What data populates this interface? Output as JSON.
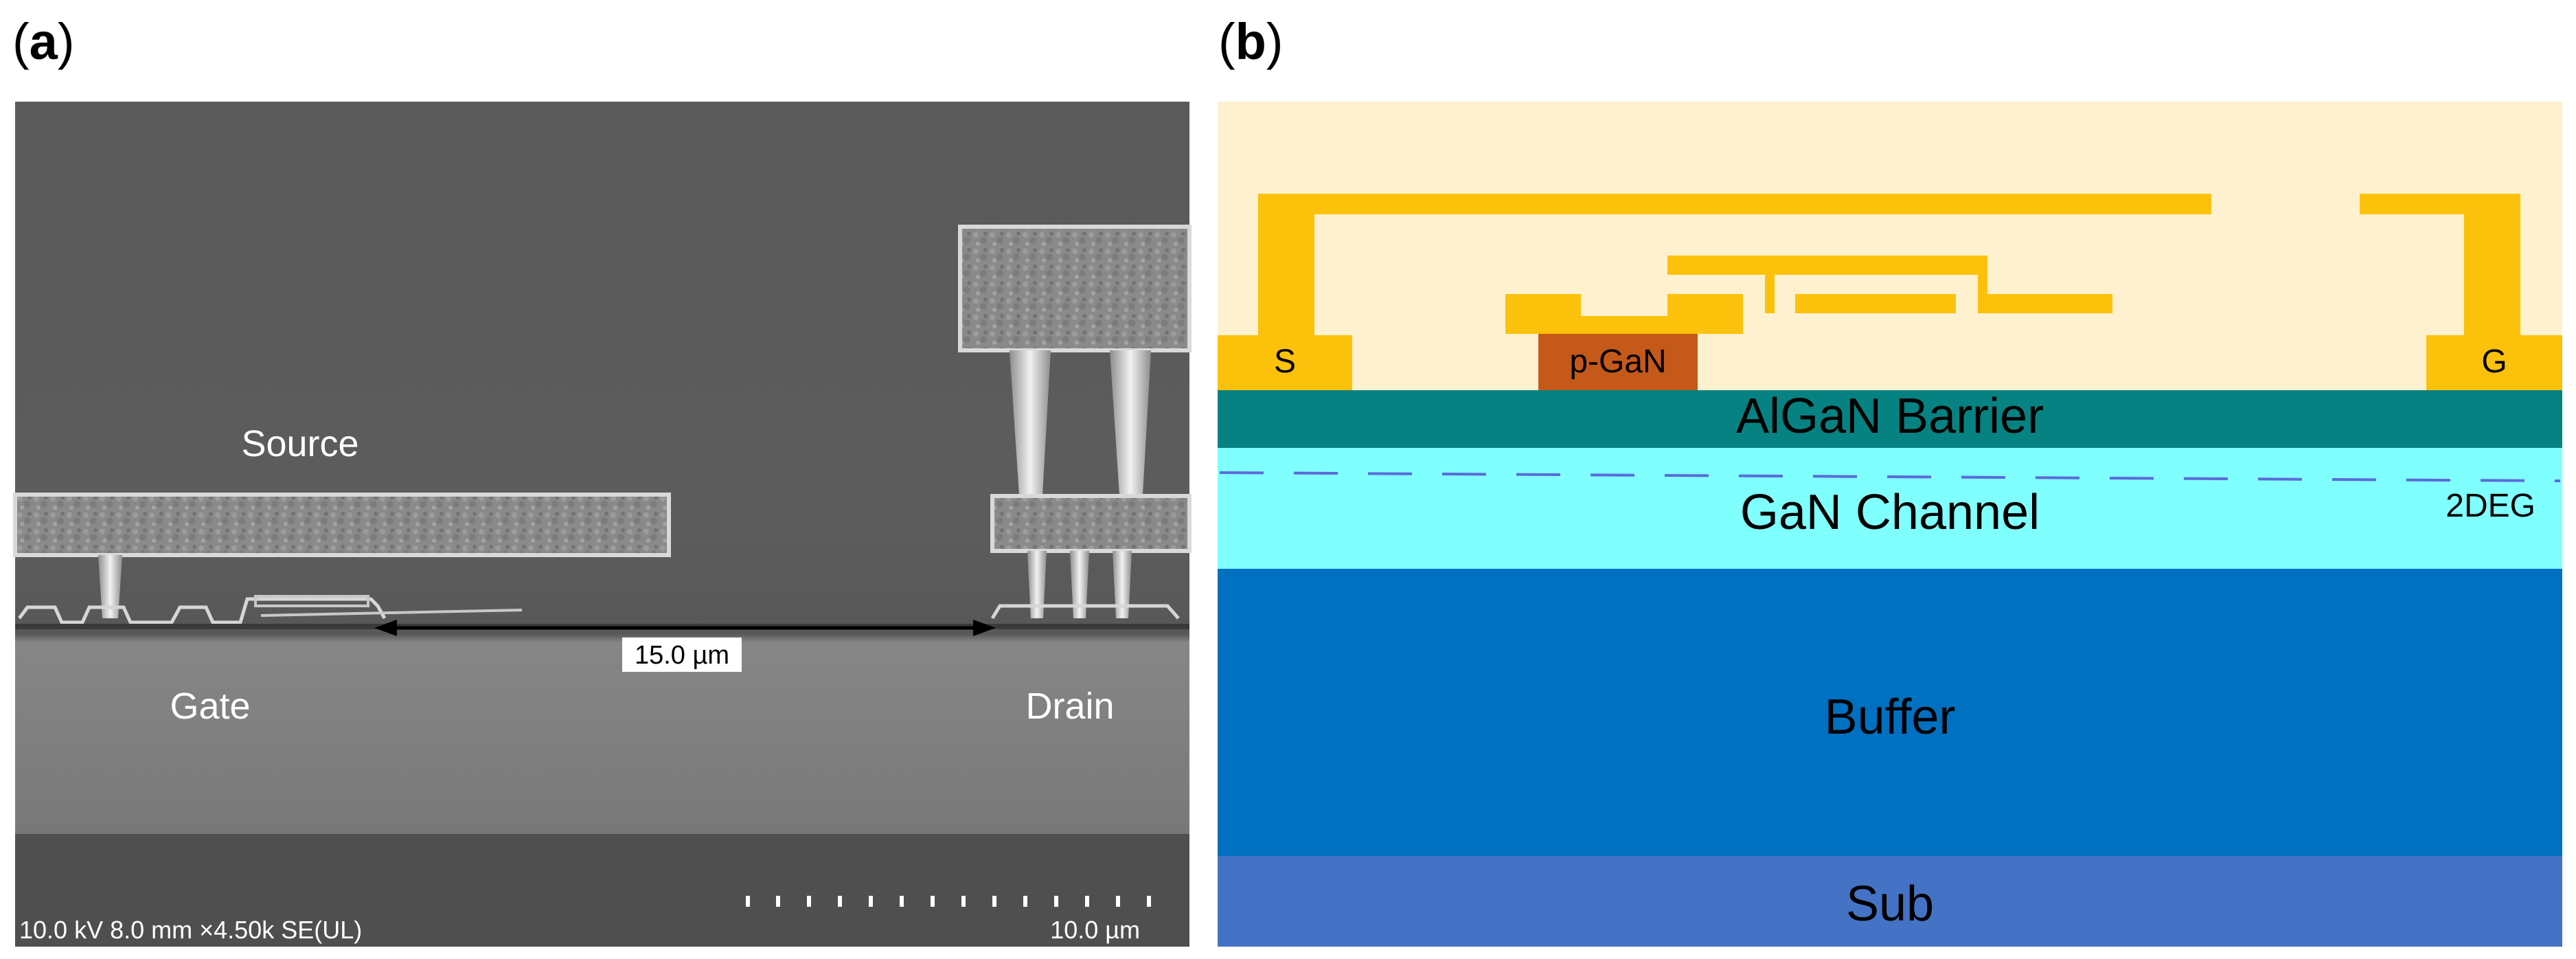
{
  "panel_a": {
    "label": "a",
    "labels": {
      "source": "Source",
      "gate": "Gate",
      "drain": "Drain",
      "measurement": "15.0 µm",
      "sem_info": "10.0 kV 8.0 mm ×4.50k SE(UL)",
      "scale_bar": "10.0 µm"
    }
  },
  "panel_b": {
    "label": "b",
    "layers": {
      "barrier": "AlGaN Barrier",
      "channel": "GaN Channel",
      "twodeg": "2DEG",
      "buffer": "Buffer",
      "substrate": "Sub"
    },
    "contacts": {
      "source": "S",
      "gate": "G",
      "pgan": "p-GaN"
    },
    "colors": {
      "passivation": "#FEF1CF",
      "metal": "#FCC10A",
      "pgan": "#C5591A",
      "barrier": "#068282",
      "channel": "#80FFFF",
      "buffer": "#0070C0",
      "substrate": "#4472C4",
      "twodeg_line": "#5B6BD8"
    }
  }
}
